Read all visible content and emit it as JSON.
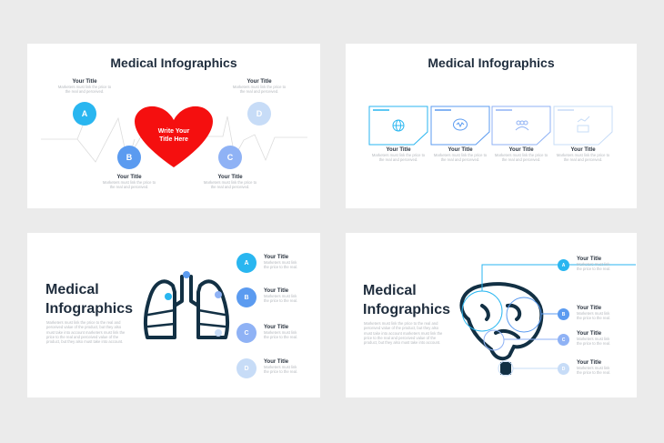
{
  "colors": {
    "a": "#29b6f0",
    "b": "#5b9bf0",
    "c": "#8fb2f5",
    "d": "#c7dcf7",
    "dark": "#123044"
  },
  "slide1": {
    "title": "Medical Infographics",
    "heart_text_1": "Write Your",
    "heart_text_2": "Title Here",
    "items": [
      {
        "letter": "A",
        "title": "Your Title",
        "desc": "Marketers must link the price to the real and perceived."
      },
      {
        "letter": "B",
        "title": "Your Title",
        "desc": "Marketers must link the price to the real and perceived."
      },
      {
        "letter": "C",
        "title": "Your Title",
        "desc": "Marketers must link the price to the real and perceived."
      },
      {
        "letter": "D",
        "title": "Your Title",
        "desc": "Marketers must link the price to the real and perceived."
      }
    ]
  },
  "slide2": {
    "title": "Medical Infographics",
    "cards": [
      {
        "icon": "globe-icon",
        "title": "Your Title",
        "desc": "Marketers must link the price to the real and perceived."
      },
      {
        "icon": "chat-pulse-icon",
        "title": "Your Title",
        "desc": "Marketers must link the price to the real and perceived."
      },
      {
        "icon": "team-icon",
        "title": "Your Title",
        "desc": "Marketers must link the price to the real and perceived."
      },
      {
        "icon": "chart-icon",
        "title": "Your Title",
        "desc": "Marketers must link the price to the real and perceived."
      }
    ]
  },
  "slide3": {
    "title_1": "Medical",
    "title_2": "Infographics",
    "paragraph": "Marketers must link the price to the real and perceived value of the product, but they also must take into account marketers must link the price to the real and perceived value of the product, but they also must take into account.",
    "items": [
      {
        "letter": "A",
        "title": "Your Title",
        "desc": "Marketers must link the price to the real."
      },
      {
        "letter": "B",
        "title": "Your Title",
        "desc": "Marketers must link the price to the real."
      },
      {
        "letter": "C",
        "title": "Your Title",
        "desc": "Marketers must link the price to the real."
      },
      {
        "letter": "D",
        "title": "Your Title",
        "desc": "Marketers must link the price to the real."
      }
    ]
  },
  "slide4": {
    "title_1": "Medical",
    "title_2": "Infographics",
    "paragraph": "Marketers must link the price to the real and perceived value of the product, but they also must take into account marketers must link the price to the real and perceived value of the product, but they also must take into account.",
    "items": [
      {
        "letter": "A",
        "title": "Your Title",
        "desc": "Marketers must link the price to the real."
      },
      {
        "letter": "B",
        "title": "Your Title",
        "desc": "Marketers must link the price to the real."
      },
      {
        "letter": "C",
        "title": "Your Title",
        "desc": "Marketers must link the price to the real."
      },
      {
        "letter": "D",
        "title": "Your Title",
        "desc": "Marketers must link the price to the real."
      }
    ]
  }
}
